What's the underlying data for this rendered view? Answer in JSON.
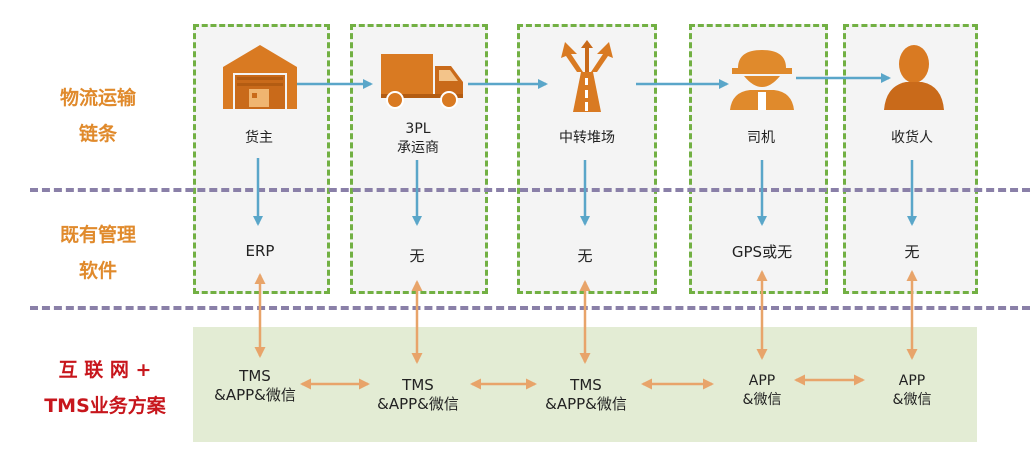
{
  "row_labels": {
    "chain": [
      "物流运输",
      "链条"
    ],
    "existing": [
      "既有管理",
      "软件"
    ],
    "solution": [
      "互 联 网 +",
      "TMS业务方案"
    ]
  },
  "colors": {
    "orange": "#e08a2c",
    "red": "#c7161c",
    "green_dash": "#72b043",
    "blue_arrow": "#5aa6c9",
    "orange_arrow": "#e8a46a",
    "band": "#e3ecd4"
  },
  "columns": [
    {
      "icon": "warehouse-icon",
      "actor": [
        "货主"
      ],
      "system": "ERP",
      "solution": [
        "TMS",
        "&APP&微信"
      ]
    },
    {
      "icon": "truck-icon",
      "actor": [
        "3PL",
        "承运商"
      ],
      "system": "无",
      "solution": [
        "TMS",
        "&APP&微信"
      ]
    },
    {
      "icon": "road-junction-icon",
      "actor": [
        "中转堆场"
      ],
      "system": "无",
      "solution": [
        "TMS",
        "&APP&微信"
      ]
    },
    {
      "icon": "driver-icon",
      "actor": [
        "司机"
      ],
      "system": "GPS或无",
      "solution": [
        "APP",
        "&微信"
      ]
    },
    {
      "icon": "receiver-icon",
      "actor": [
        "收货人"
      ],
      "system": "无",
      "solution": [
        "APP",
        "&微信"
      ]
    }
  ]
}
